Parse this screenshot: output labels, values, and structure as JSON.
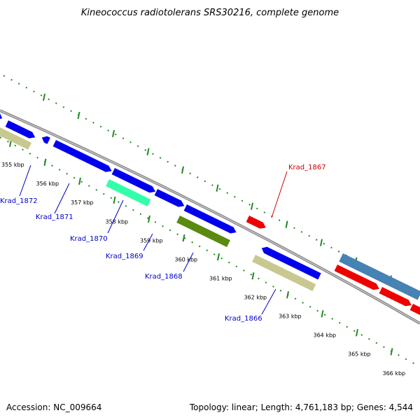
{
  "title": "Kineococcus radiotolerans SRS30216, complete genome",
  "footer": {
    "accession": "Accession: NC_009664",
    "summary": "Topology: linear; Length: 4,761,183 bp; Genes: 4,544"
  },
  "colors": {
    "backbone": "#808080",
    "tick": "#228b22",
    "gene_blue": "#0000ee",
    "gene_red": "#ee0000",
    "gene_khaki": "#c8c890",
    "gene_olive": "#5a8a10",
    "gene_aqua": "#33ffaa",
    "gene_steel": "#4682b4",
    "label_blue": "#0000cc",
    "label_red": "#cc0000"
  },
  "scale": {
    "unit": "kbp",
    "ticks": [
      {
        "label": "355 kbp"
      },
      {
        "label": "356 kbp"
      },
      {
        "label": "357 kbp"
      },
      {
        "label": "358 kbp"
      },
      {
        "label": "359 kbp"
      },
      {
        "label": "360 kbp"
      },
      {
        "label": "361 kbp"
      },
      {
        "label": "362 kbp"
      },
      {
        "label": "363 kbp"
      },
      {
        "label": "364 kbp"
      },
      {
        "label": "365 kbp"
      },
      {
        "label": "366 kbp"
      }
    ]
  },
  "gene_labels": [
    {
      "name": "Krad_1872",
      "color": "label_blue"
    },
    {
      "name": "Krad_1871",
      "color": "label_blue"
    },
    {
      "name": "Krad_1870",
      "color": "label_blue"
    },
    {
      "name": "Krad_1869",
      "color": "label_blue"
    },
    {
      "name": "Krad_1868",
      "color": "label_blue"
    },
    {
      "name": "Krad_1867",
      "color": "label_red"
    },
    {
      "name": "Krad_1866",
      "color": "label_blue"
    }
  ]
}
